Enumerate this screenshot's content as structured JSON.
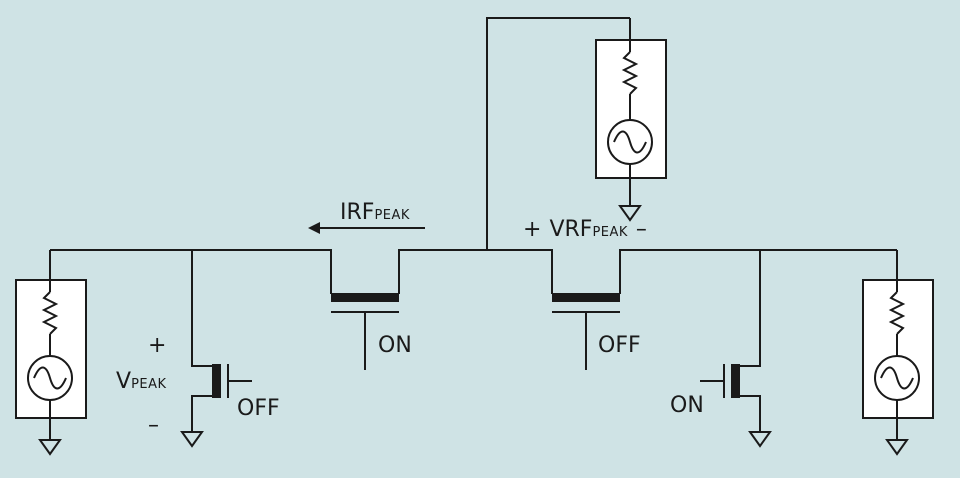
{
  "diagram": {
    "background_color": "#cfe3e5",
    "ink_color": "#1a1a1a",
    "current_arrow": {
      "main": "IRF",
      "subscript": "PEAK"
    },
    "vrf_label": {
      "plus": "+",
      "main": "VRF",
      "subscript": "PEAK",
      "minus": "–"
    },
    "vpeak_label": {
      "plus": "+",
      "main": "V",
      "subscript": "PEAK",
      "minus": "–"
    },
    "switches": [
      {
        "id": "series-left",
        "state": "ON"
      },
      {
        "id": "series-right",
        "state": "OFF"
      },
      {
        "id": "shunt-left",
        "state": "OFF"
      },
      {
        "id": "shunt-right",
        "state": "ON"
      }
    ],
    "sources": [
      {
        "id": "source-left",
        "icon": "sine-source-icon"
      },
      {
        "id": "source-top",
        "icon": "sine-source-icon"
      },
      {
        "id": "source-right",
        "icon": "sine-source-icon"
      }
    ]
  }
}
